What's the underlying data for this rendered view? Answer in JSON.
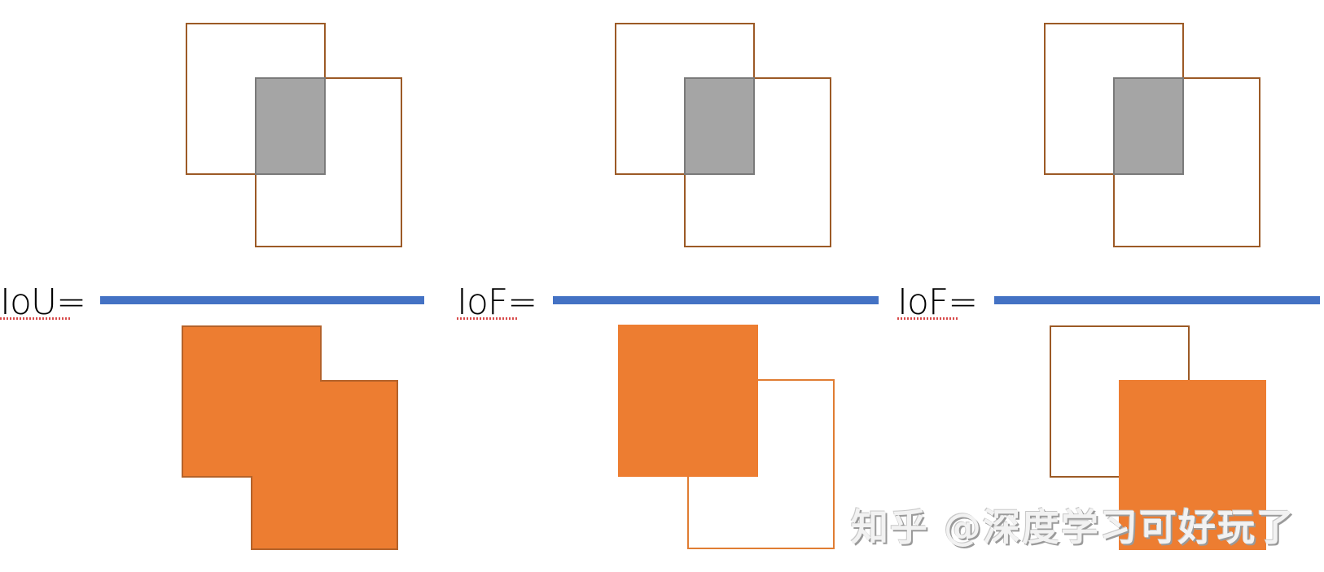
{
  "panels": [
    {
      "formula_label": "IoU=",
      "numerator": "intersection (gray) of box A and box B",
      "denominator": "union of box A and box B (orange)"
    },
    {
      "formula_label": "IoF=",
      "numerator": "intersection (gray) of box A and box B",
      "denominator": "area of foreground box A (orange)"
    },
    {
      "formula_label": "IoF=",
      "numerator": "intersection (gray) of box A and box B",
      "denominator": "area of foreground box B (orange)"
    }
  ],
  "colors": {
    "box_outline": "#9c5a26",
    "intersection_fill": "#a5a5a5",
    "intersection_border": "#7a7a7a",
    "highlight_fill": "#ed7d31",
    "fraction_bar": "#4472c4"
  },
  "watermark": "知乎 @深度学习可好玩了"
}
